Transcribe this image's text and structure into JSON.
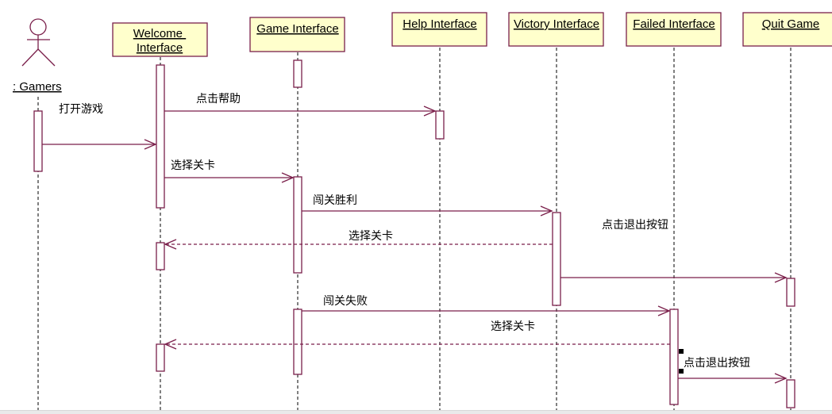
{
  "diagram": {
    "type": "uml-sequence",
    "actor": {
      "name": ": Gamers"
    },
    "objects": [
      {
        "id": "welcome",
        "label_lines": [
          "Welcome ",
          "Interface"
        ]
      },
      {
        "id": "game",
        "label_lines": [
          "Game Interface"
        ]
      },
      {
        "id": "help",
        "label_lines": [
          "Help Interface"
        ]
      },
      {
        "id": "victory",
        "label_lines": [
          "Victory Interface"
        ]
      },
      {
        "id": "failed",
        "label_lines": [
          "Failed Interface"
        ]
      },
      {
        "id": "quit",
        "label_lines": [
          "Quit Game"
        ]
      }
    ],
    "messages": [
      {
        "from": "gamers",
        "to": "welcome",
        "label": "打开游戏",
        "kind": "sync"
      },
      {
        "from": "welcome",
        "to": "help",
        "label": "点击帮助",
        "kind": "sync"
      },
      {
        "from": "welcome",
        "to": "game",
        "label": "选择关卡",
        "kind": "sync"
      },
      {
        "from": "game",
        "to": "victory",
        "label": "闯关胜利",
        "kind": "sync"
      },
      {
        "from": "victory",
        "to": "welcome",
        "label": "选择关卡",
        "kind": "return"
      },
      {
        "from": "victory",
        "to": "quit",
        "label": "点击退出按钮",
        "kind": "sync"
      },
      {
        "from": "game",
        "to": "failed",
        "label": "闯关失败",
        "kind": "sync"
      },
      {
        "from": "failed",
        "to": "welcome",
        "label": "选择关卡",
        "kind": "return"
      },
      {
        "from": "failed",
        "to": "quit",
        "label": "点击退出按钮",
        "kind": "sync"
      }
    ]
  },
  "colors": {
    "line": "#7a1f4a",
    "object_fill": "#ffffcc",
    "background": "#ffffff"
  }
}
